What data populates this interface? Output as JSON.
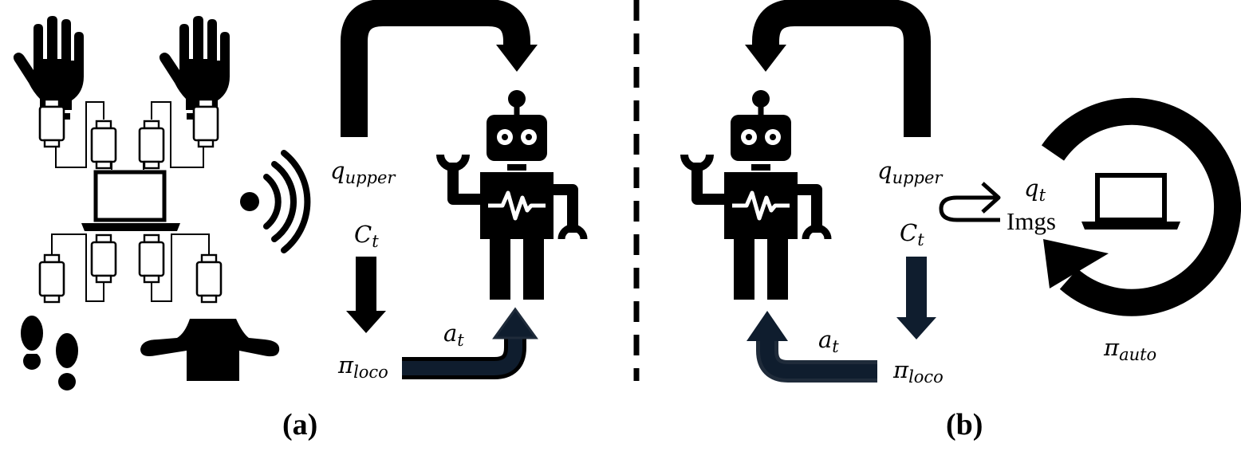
{
  "panel_a": {
    "label": "(a)",
    "q_upper": {
      "base": "q",
      "sub": "upper"
    },
    "c_t": {
      "base": "C",
      "sub": "t"
    },
    "pi_loco": {
      "base": "π",
      "sub": "loco"
    },
    "a_t": {
      "base": "a",
      "sub": "t"
    }
  },
  "panel_b": {
    "label": "(b)",
    "q_upper": {
      "base": "q",
      "sub": "upper"
    },
    "c_t": {
      "base": "C",
      "sub": "t"
    },
    "pi_loco": {
      "base": "π",
      "sub": "loco"
    },
    "a_t": {
      "base": "a",
      "sub": "t"
    },
    "q_t": {
      "base": "q",
      "sub": "t"
    },
    "imgs": "Imgs",
    "pi_auto": {
      "base": "π",
      "sub": "auto"
    }
  },
  "colors": {
    "ink": "#000000",
    "arrow_outline": "#1f2b3a",
    "background": "#ffffff"
  },
  "icons": [
    "glove-icon",
    "usb-cable-icon",
    "laptop-icon",
    "footprints-icon",
    "jacket-icon",
    "wireless-signal-icon",
    "robot-icon",
    "curved-arrow-icon",
    "cycle-arrow-icon"
  ]
}
